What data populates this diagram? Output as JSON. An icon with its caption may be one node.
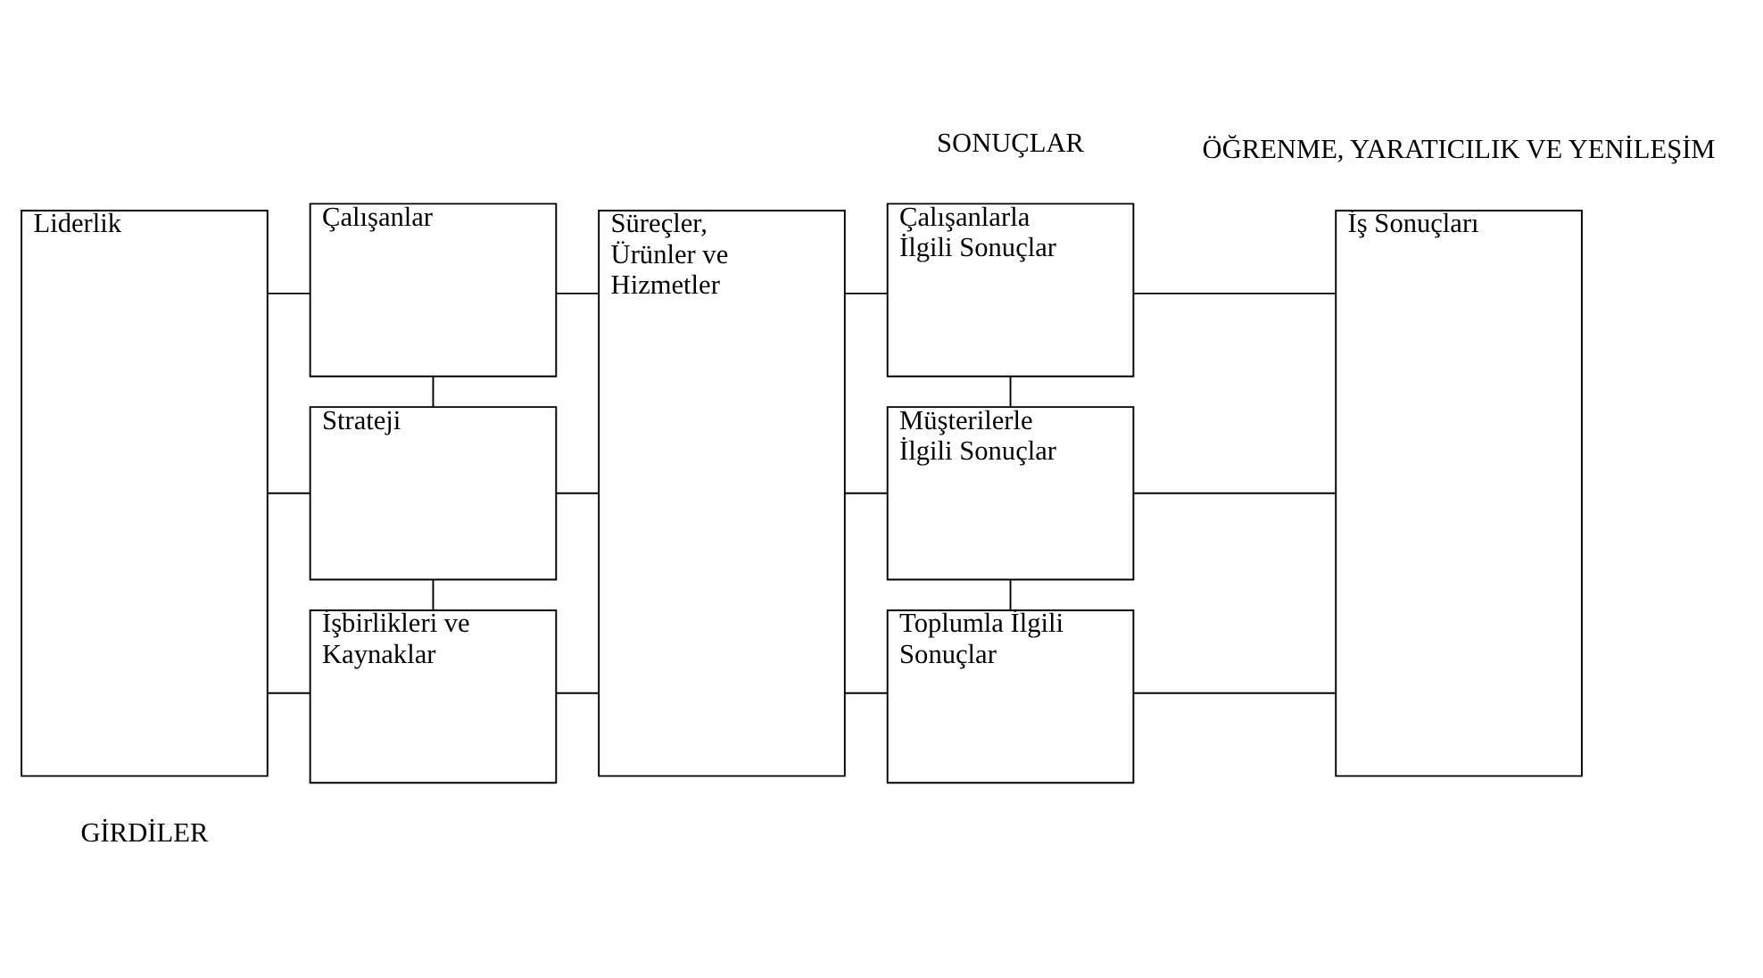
{
  "diagram": {
    "nodes": [
      {
        "text": [
          "Liderlik"
        ]
      },
      {
        "text": [
          "Çalışanlar"
        ]
      },
      {
        "text": [
          "Strateji"
        ]
      },
      {
        "text": [
          "İşbirlikleri ve Kaynaklar"
        ]
      },
      {
        "text": [
          "Süreçler, Ürünler ve Hizmetler"
        ]
      },
      {
        "text": [
          "Çalışanlarla İlgili Sonuçlar"
        ]
      },
      {
        "text": [
          "Müşterilerle İlgili Sonuçlar"
        ]
      },
      {
        "text": [
          "Toplumla İlgili Sonuçlar"
        ]
      },
      {
        "text": [
          "İş Sonuçları"
        ]
      }
    ],
    "edges": [
      {
        "from": 0,
        "to": 1,
        "arrow": "none"
      },
      {
        "from": 0,
        "to": 2,
        "arrow": "none"
      },
      {
        "from": 0,
        "to": 3,
        "arrow": "none"
      },
      {
        "from": 1,
        "to": 2,
        "arrow": "none"
      },
      {
        "from": 2,
        "to": 3,
        "arrow": "none"
      },
      {
        "from": 1,
        "to": 4,
        "arrow": "none"
      },
      {
        "from": 2,
        "to": 4,
        "arrow": "none"
      },
      {
        "from": 3,
        "to": 4,
        "arrow": "none"
      },
      {
        "from": 4,
        "to": 5,
        "arrow": "none"
      },
      {
        "from": 4,
        "to": 6,
        "arrow": "none"
      },
      {
        "from": 4,
        "to": 7,
        "arrow": "none"
      },
      {
        "from": 5,
        "to": 6,
        "arrow": "none"
      },
      {
        "from": 6,
        "to": 7,
        "arrow": "none"
      },
      {
        "from": 5,
        "to": 8,
        "arrow": "none"
      },
      {
        "from": 6,
        "to": 8,
        "arrow": "none"
      },
      {
        "from": 7,
        "to": 8,
        "arrow": "none"
      }
    ],
    "labels": [
      "GİRDİLER",
      "SONUÇLAR",
      "ÖĞRENME, YARATICILIK VE YENİLEŞİM"
    ]
  }
}
